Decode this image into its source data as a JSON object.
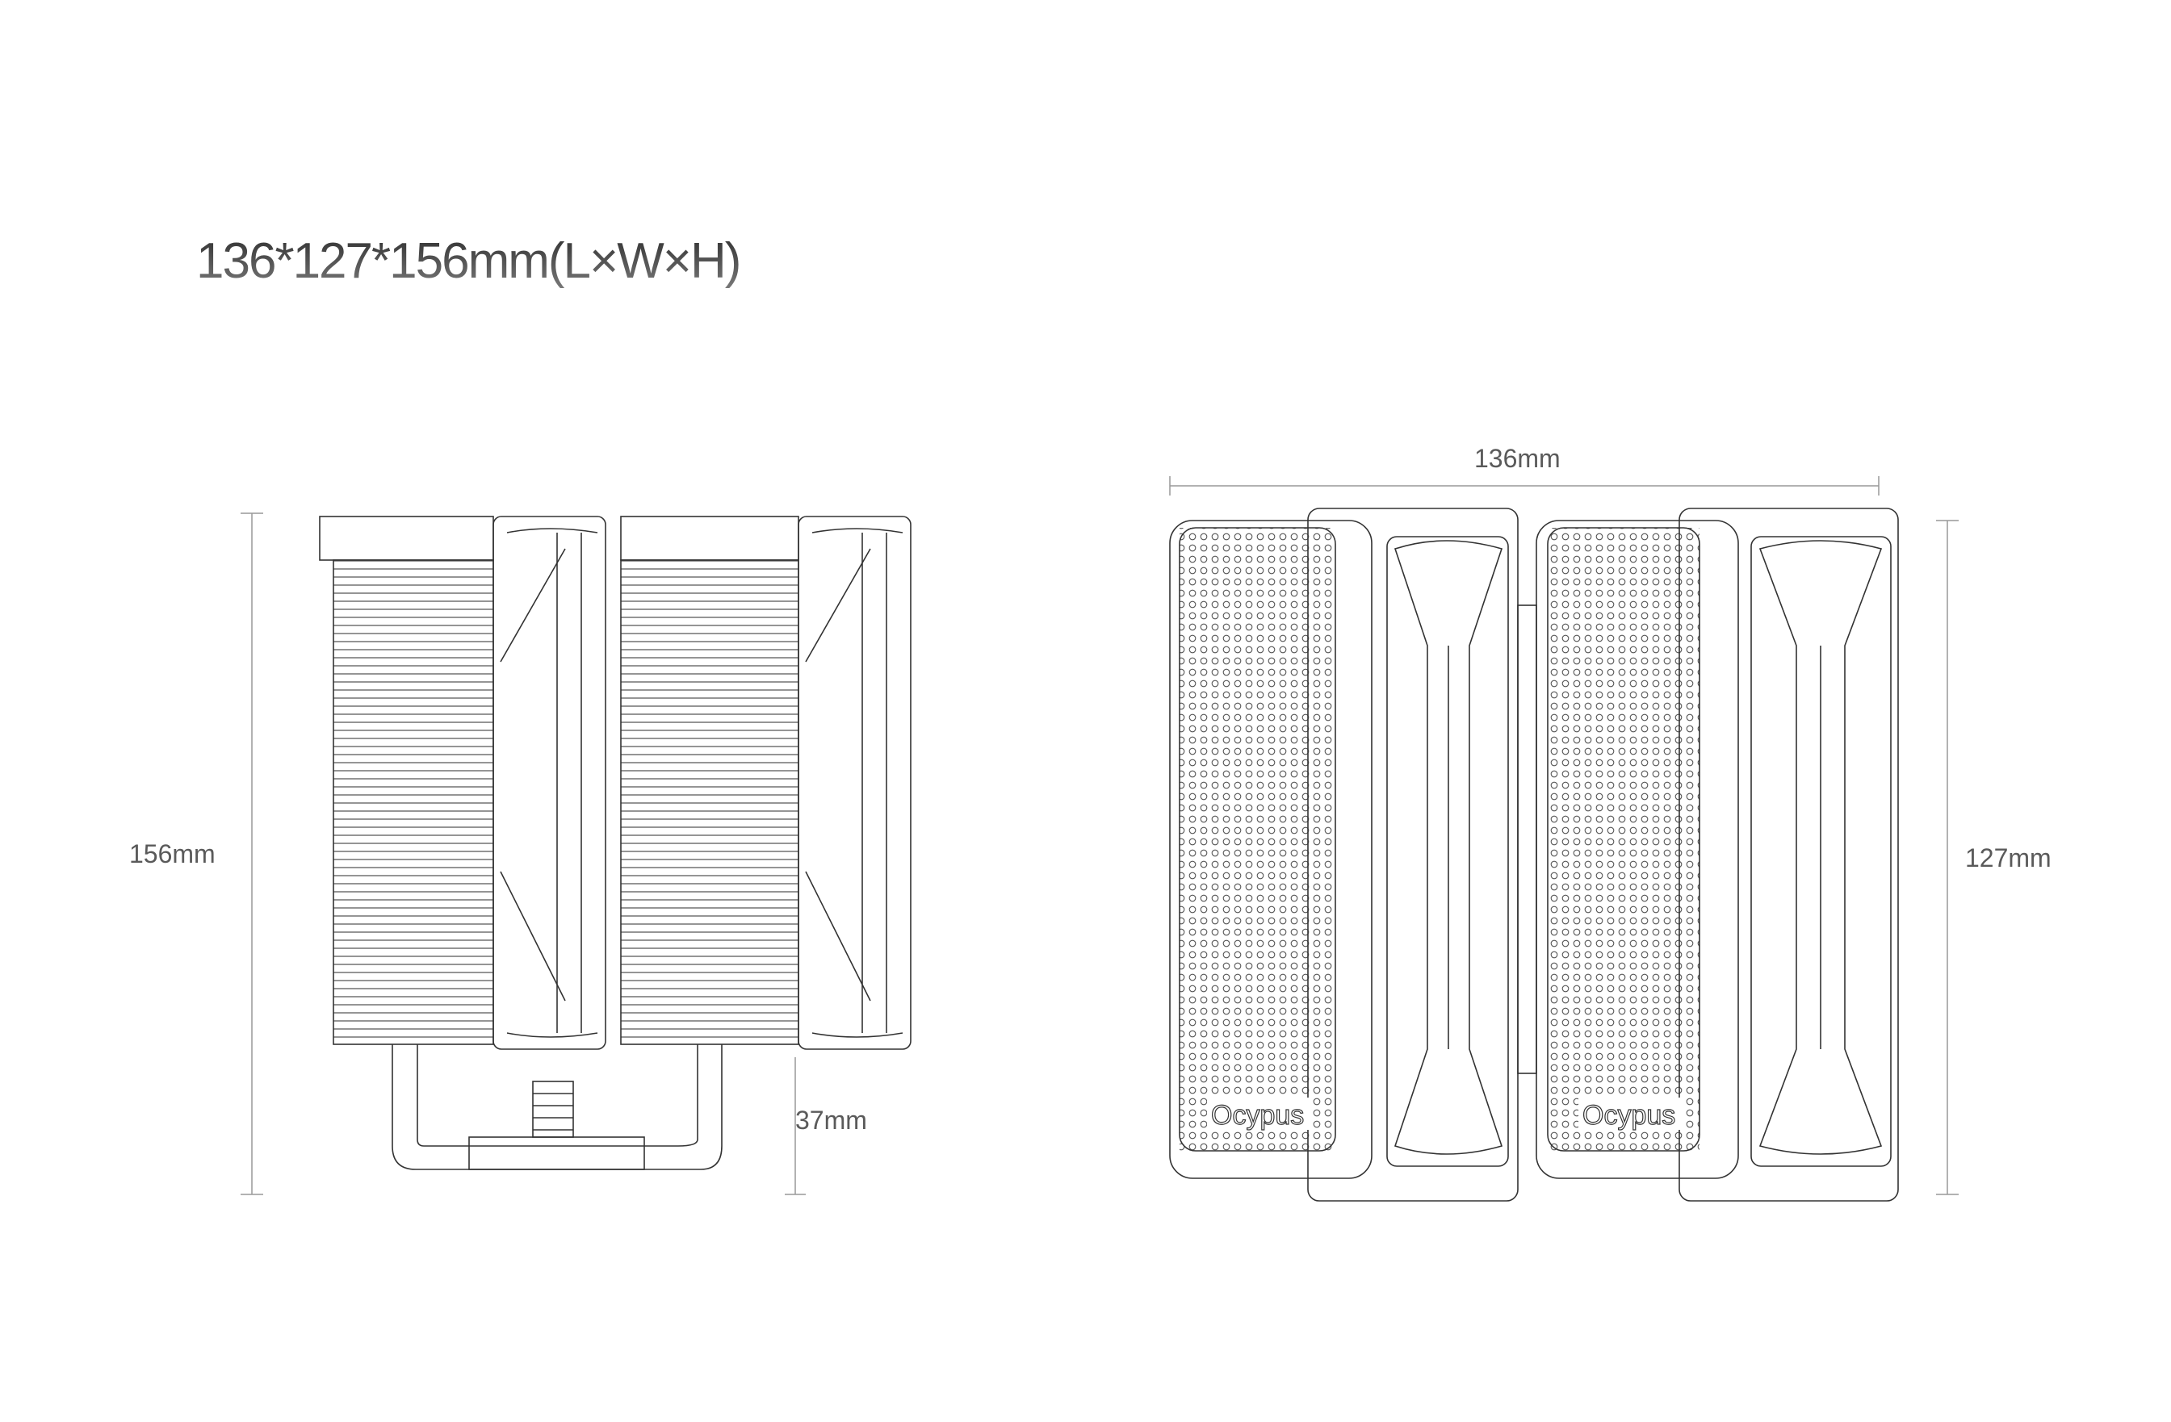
{
  "title": "136*127*156mm(L×W×H)",
  "dimensions": {
    "height": "156mm",
    "base_height": "37mm",
    "length": "136mm",
    "width": "127mm"
  },
  "logo": "Ocypus"
}
